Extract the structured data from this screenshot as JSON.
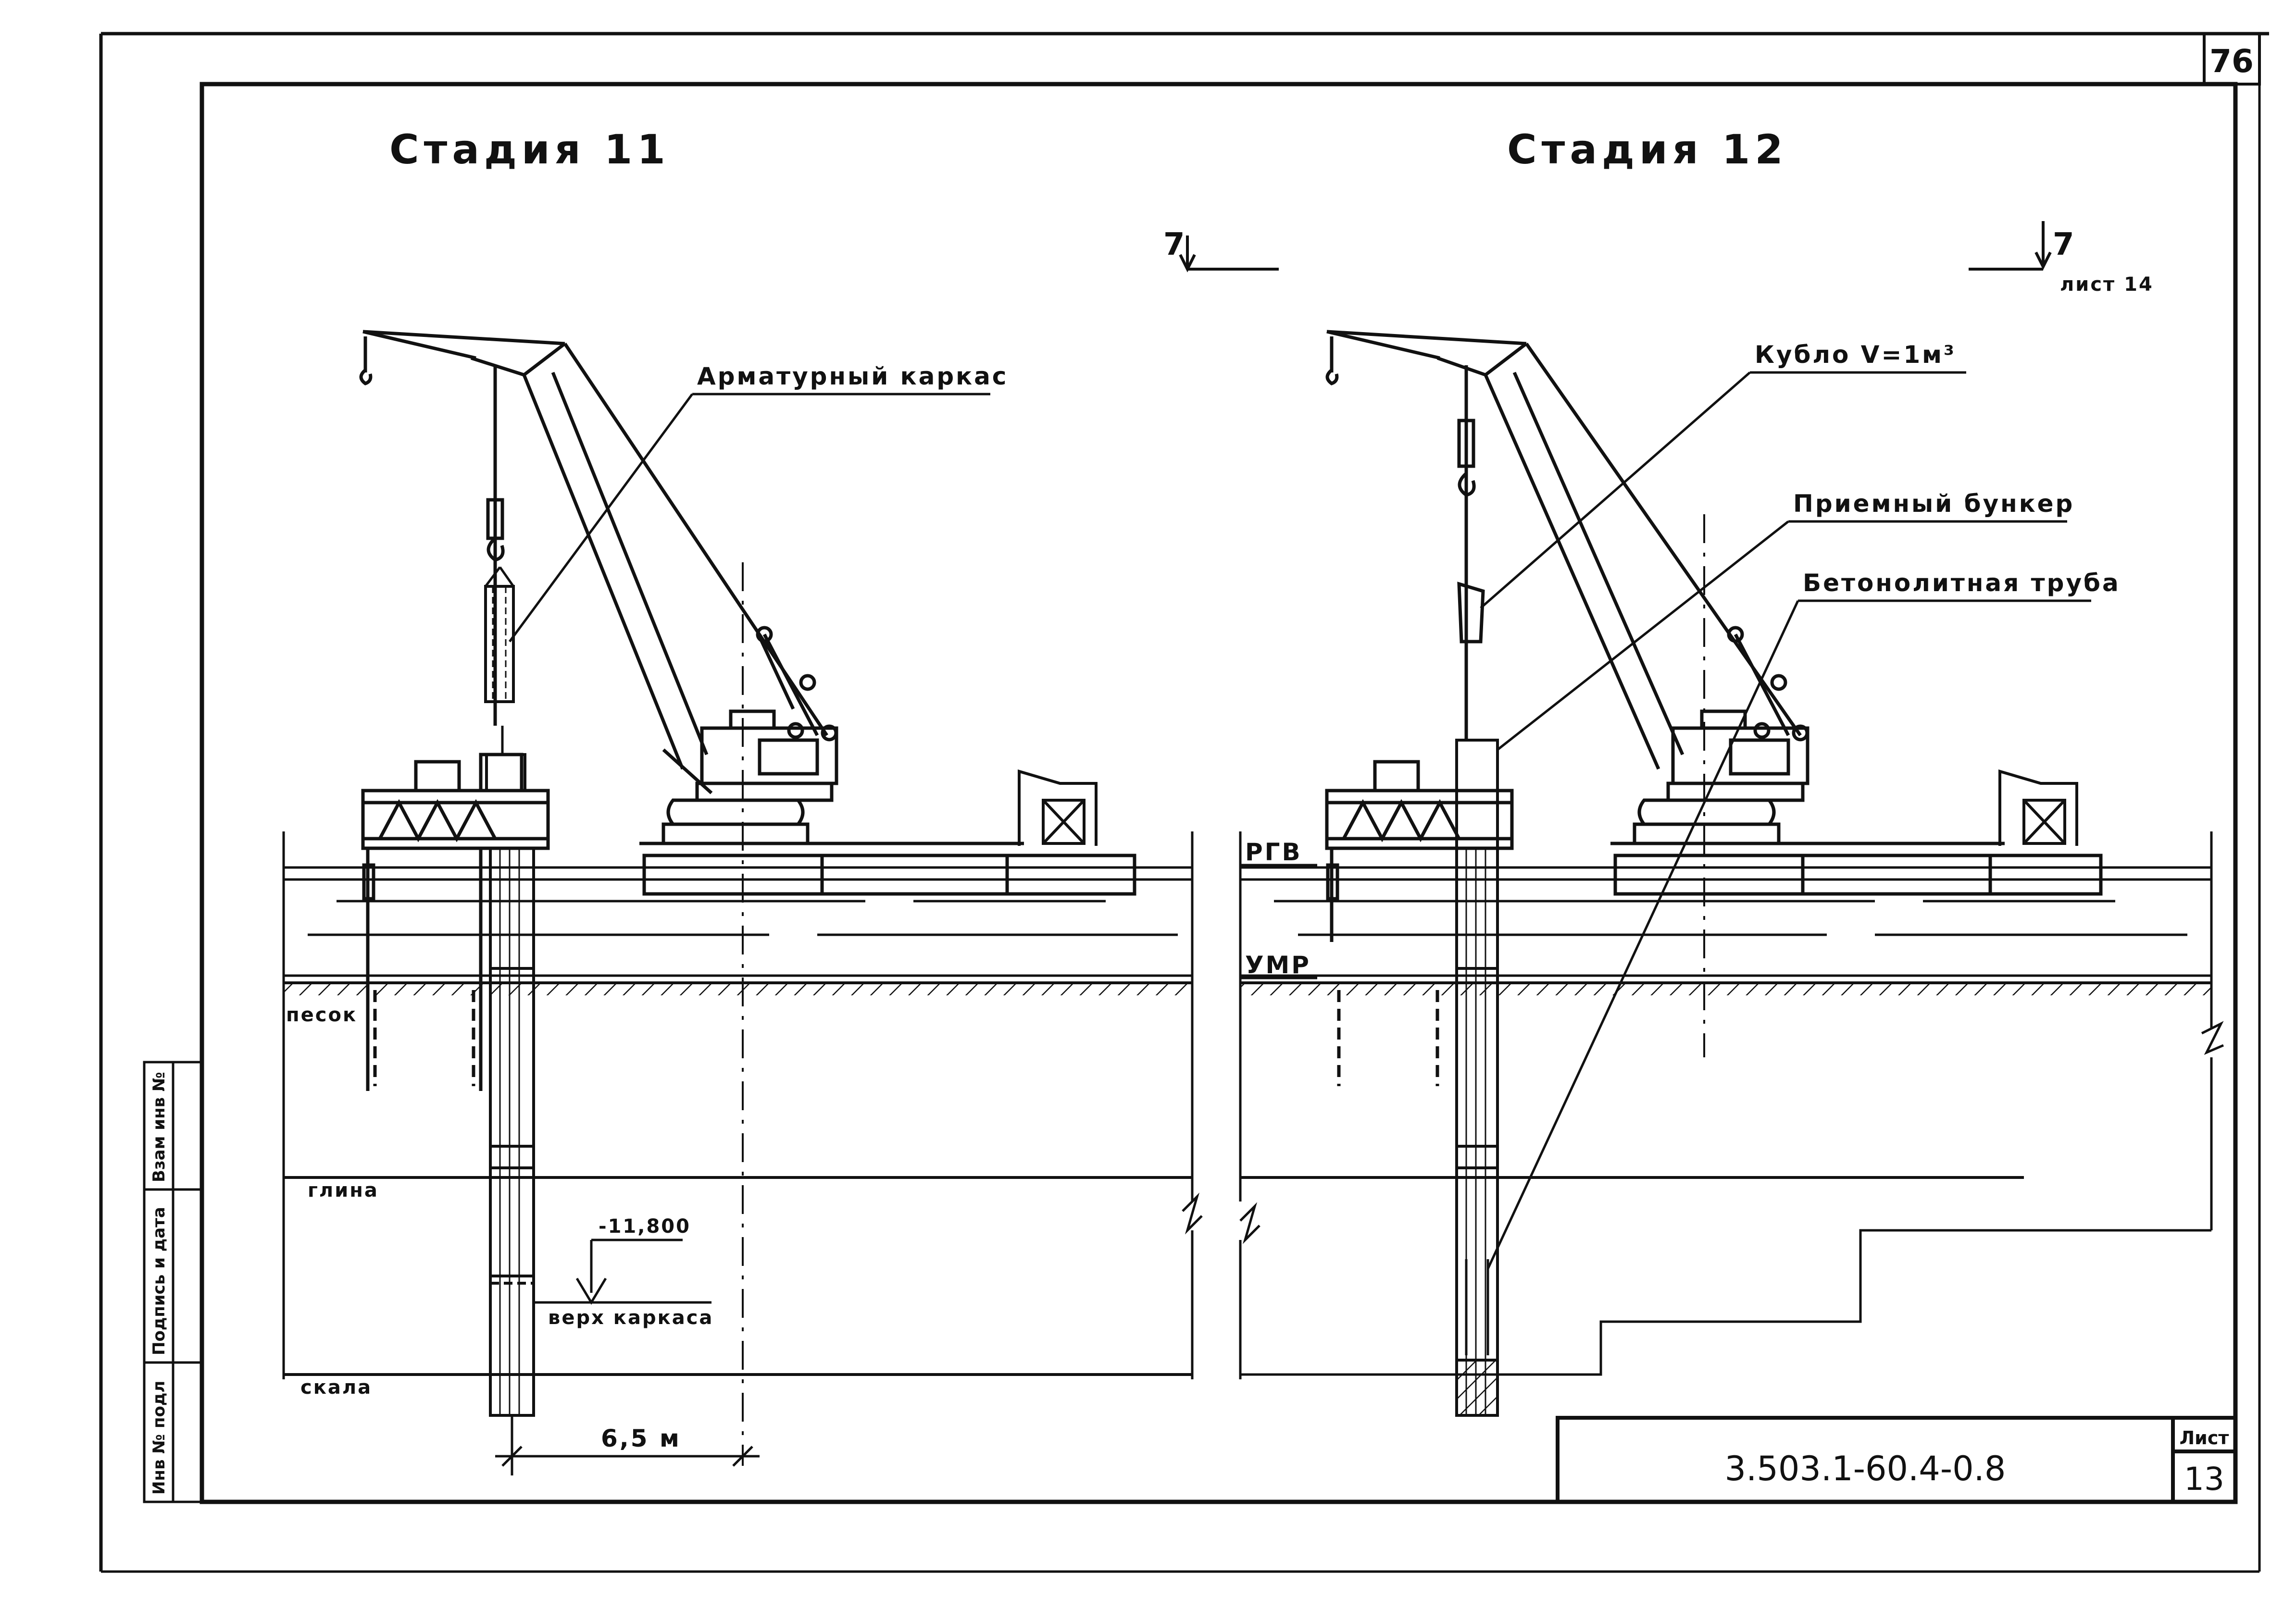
{
  "sheet_number": "76",
  "stage_11": {
    "title": "Стадия 11",
    "section_mark": "7",
    "label_cage": "Арматурный каркас",
    "label_sand": "песок",
    "label_clay": "глина",
    "label_rock": "скала",
    "level_value": "-11,800",
    "level_caption": "верх каркаса",
    "dimension": "6,5 м"
  },
  "stage_12": {
    "title": "Стадия 12",
    "section_mark": "7",
    "section_sheet": "лист 14",
    "label_bucket": "Кубло V=1м³",
    "label_hopper": "Приемный бункер",
    "label_pipe": "Бетонолитная труба",
    "label_rgv": "РГВ",
    "label_umr": "УМР"
  },
  "side_stamp": {
    "col1": "Инв № подл",
    "col2": "Подпись и дата",
    "col3": "Взам инв №"
  },
  "title_block": {
    "code": "3.503.1-60.4-0.8",
    "sheet_label": "Лист",
    "sheet_value": "13"
  }
}
